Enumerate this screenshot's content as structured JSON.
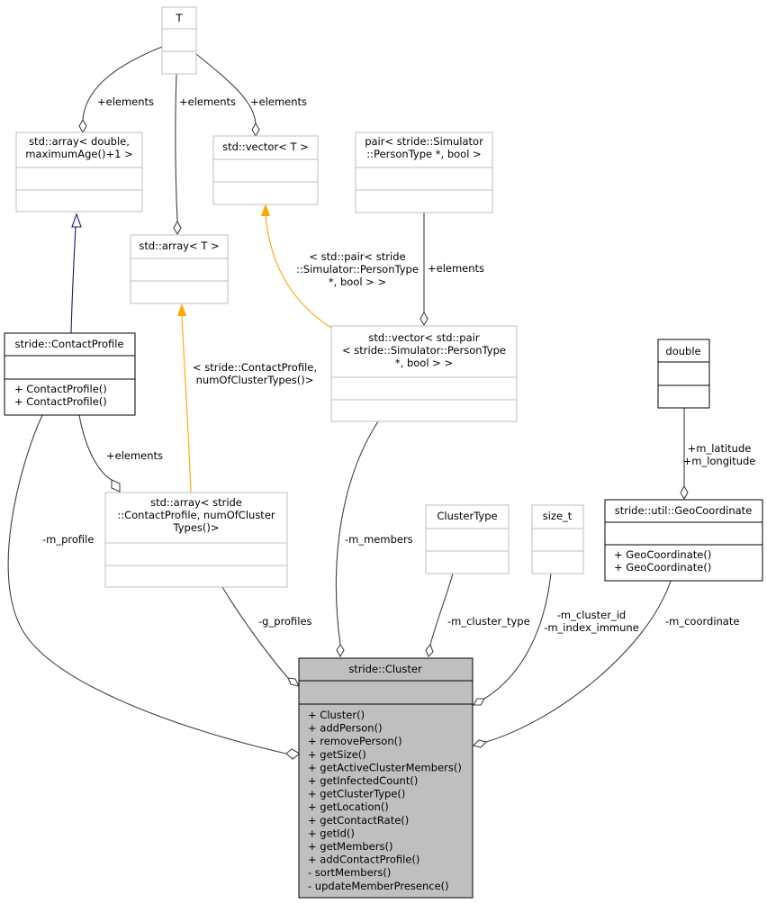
{
  "nodes": {
    "T": {
      "title": [
        "T"
      ]
    },
    "std_array_double": {
      "title": [
        "std::array< double,",
        "maximumAge()+1 >"
      ]
    },
    "std_vector_T": {
      "title": [
        "std::vector< T >"
      ]
    },
    "pair_stride": {
      "title": [
        "pair< stride::Simulator",
        "::PersonType *, bool >"
      ]
    },
    "std_array_T": {
      "title": [
        "std::array< T >"
      ]
    },
    "contact_profile": {
      "title": [
        "stride::ContactProfile"
      ],
      "members": [
        "+ ContactProfile()",
        "+ ContactProfile()"
      ]
    },
    "vector_pair": {
      "title": [
        "std::vector< std::pair",
        "< stride::Simulator::PersonType",
        "*, bool > >"
      ]
    },
    "double": {
      "title": [
        "double"
      ]
    },
    "array_stride": {
      "title": [
        "std::array< stride",
        "::ContactProfile, numOfCluster",
        "Types()>"
      ]
    },
    "cluster_type": {
      "title": [
        "ClusterType"
      ]
    },
    "size_t": {
      "title": [
        "size_t"
      ]
    },
    "geo_coordinate": {
      "title": [
        "stride::util::GeoCoordinate"
      ],
      "members": [
        "+ GeoCoordinate()",
        "+ GeoCoordinate()"
      ]
    },
    "cluster": {
      "title": [
        "stride::Cluster"
      ],
      "members": [
        "+ Cluster()",
        "+ addPerson()",
        "+ removePerson()",
        "+ getSize()",
        "+ getActiveClusterMembers()",
        "+ getInfectedCount()",
        "+ getClusterType()",
        "+ getLocation()",
        "+ getContactRate()",
        "+ getId()",
        "+ getMembers()",
        "+ addContactProfile()",
        "- sortMembers()",
        "- updateMemberPresence()"
      ]
    }
  },
  "edge_labels": {
    "t_array_double": [
      "+elements"
    ],
    "t_array_t": [
      "+elements"
    ],
    "t_vector_t": [
      "+elements"
    ],
    "pair_vector": [
      "+elements"
    ],
    "vector_t_vector_pair": [
      "< std::pair< stride",
      "::Simulator::PersonType",
      "*, bool > >"
    ],
    "array_t_array_stride": [
      "< stride::ContactProfile,",
      "numOfClusterTypes()>"
    ],
    "contact_array_stride": [
      "+elements"
    ],
    "double_geo": [
      "+m_latitude",
      "+m_longitude"
    ],
    "m_profile": [
      "-m_profile"
    ],
    "m_members": [
      "-m_members"
    ],
    "g_profiles": [
      "-g_profiles"
    ],
    "m_cluster_type": [
      "-m_cluster_type"
    ],
    "m_cluster_id": [
      "-m_cluster_id",
      "-m_index_immune"
    ],
    "m_coordinate": [
      "-m_coordinate"
    ]
  },
  "colors": {
    "edge": "#404040",
    "template_edge": "#ffa500",
    "inheritance_edge": "#191970",
    "main_fill": "#bfbfbf",
    "grey_border": "#bfbfbf"
  }
}
